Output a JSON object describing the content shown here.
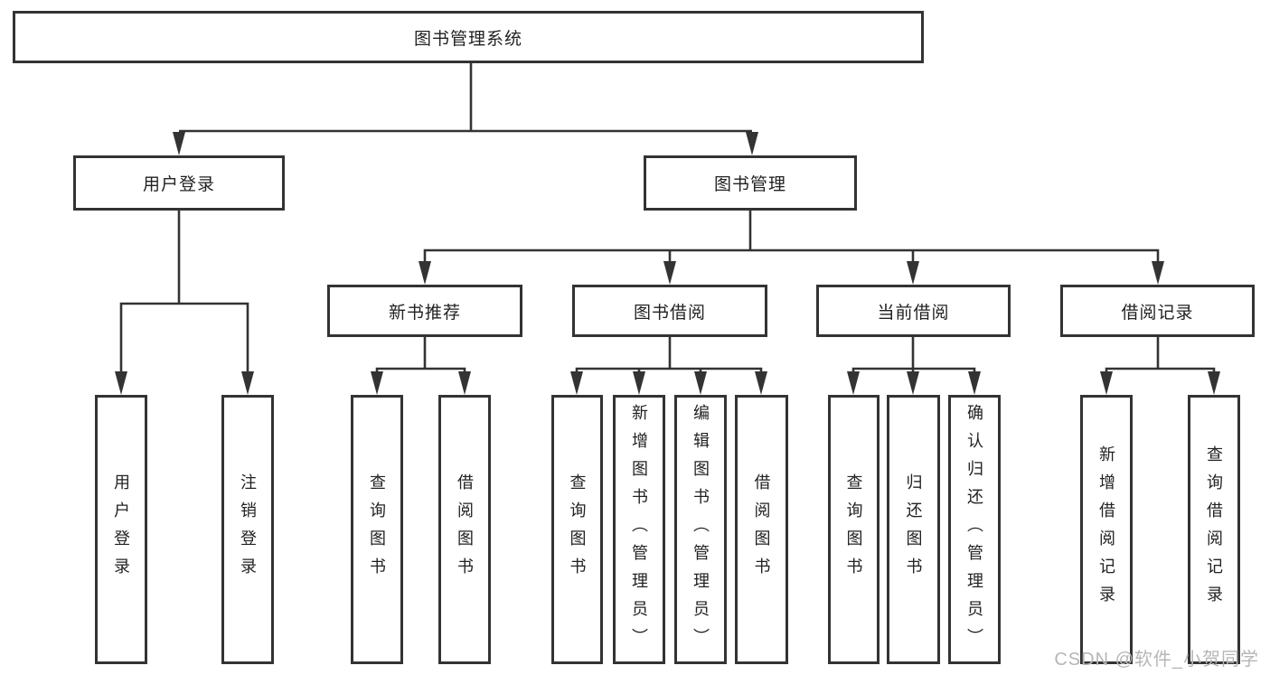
{
  "diagram_type": "hierarchy-flowchart",
  "colors": {
    "line": "#333333",
    "box_border": "#333333",
    "box_fill": "#ffffff",
    "text": "#222222",
    "watermark": "#b6b6b6",
    "background": "#ffffff"
  },
  "tree": {
    "label": "图书管理系统",
    "children": [
      {
        "label": "用户登录",
        "children": [
          {
            "label": "用户登录"
          },
          {
            "label": "注销登录"
          }
        ]
      },
      {
        "label": "图书管理",
        "children": [
          {
            "label": "新书推荐",
            "children": [
              {
                "label": "查询图书"
              },
              {
                "label": "借阅图书"
              }
            ]
          },
          {
            "label": "图书借阅",
            "children": [
              {
                "label": "查询图书"
              },
              {
                "label": "新增图书（管理员）"
              },
              {
                "label": "编辑图书（管理员）"
              },
              {
                "label": "借阅图书"
              }
            ]
          },
          {
            "label": "当前借阅",
            "children": [
              {
                "label": "查询图书"
              },
              {
                "label": "归还图书"
              },
              {
                "label": "确认归还（管理员）"
              }
            ]
          },
          {
            "label": "借阅记录",
            "children": [
              {
                "label": "新增借阅记录"
              },
              {
                "label": "查询借阅记录"
              }
            ]
          }
        ]
      }
    ]
  },
  "watermark": {
    "text": "CSDN @软件_小贺同学"
  }
}
